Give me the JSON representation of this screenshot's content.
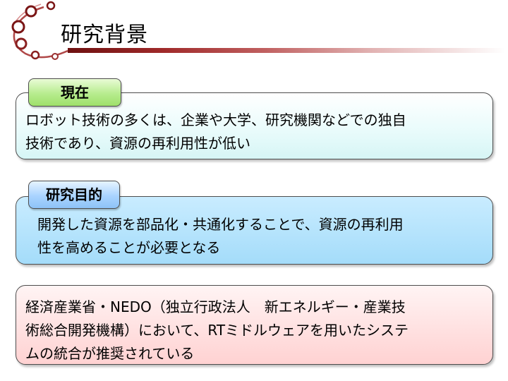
{
  "slide": {
    "title": "研究背景",
    "current": {
      "label": "現在",
      "lines": [
        "ロボット技術の多くは、企業や大学、研究機関などでの独自",
        "技術であり、資源の再利用性が低い"
      ]
    },
    "purpose": {
      "label": "研究目的",
      "lines": [
        "開発した資源を部品化・共通化することで、資源の再利用",
        "性を高めることが必要となる"
      ]
    },
    "note": {
      "lines": [
        "経済産業省・NEDO（独立行政法人　新エネルギー・産業技",
        "術総合開発機構）において、RTミドルウェアを用いたシステ",
        "ムの統合が推奨されている"
      ]
    }
  },
  "colors": {
    "title_rule": "#8b1a1a",
    "current_tab": "#a8e67c",
    "purpose_tab": "#9ccaff",
    "purpose_box": "#b3e2fb",
    "note_box": "#ffd9d9"
  }
}
